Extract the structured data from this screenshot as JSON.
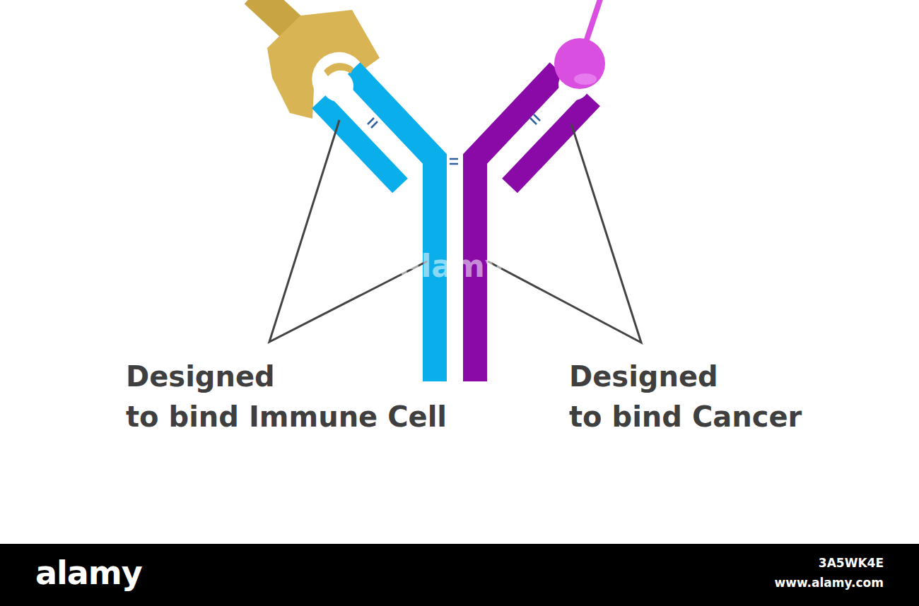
{
  "diagram": {
    "labels": [
      "Designed to bind Immune Cell",
      "Designed to bind Cancer",
      "alamy",
      "alamy",
      "3A5WK4E",
      "www.alamy.com"
    ]
  }
}
